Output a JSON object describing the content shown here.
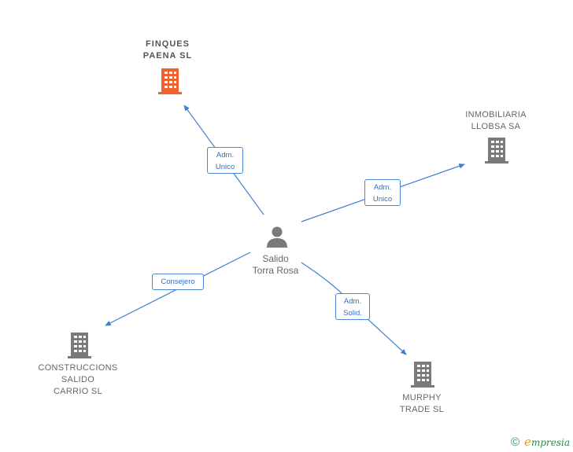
{
  "center_person": {
    "label": "Salido\nTorra Rosa",
    "icon": "person-icon"
  },
  "companies": [
    {
      "id": "finques",
      "label": "FINQUES\nPAENA  SL",
      "icon": "building-icon",
      "color": "#f0622d"
    },
    {
      "id": "inmobiliaria",
      "label": "INMOBILIARIA\nLLOBSA SA",
      "icon": "building-icon",
      "color": "#7a7a7a"
    },
    {
      "id": "construccions",
      "label": "CONSTRUCCIONS\nSALIDO\nCARRIO SL",
      "icon": "building-icon",
      "color": "#7a7a7a"
    },
    {
      "id": "murphy",
      "label": "MURPHY\nTRADE SL",
      "icon": "building-icon",
      "color": "#7a7a7a"
    }
  ],
  "relations": [
    {
      "to": "finques",
      "label": "Adm.\nUnico"
    },
    {
      "to": "inmobiliaria",
      "label": "Adm.\nUnico"
    },
    {
      "to": "construccions",
      "label": "Consejero"
    },
    {
      "to": "murphy",
      "label": "Adm.\nSolid."
    }
  ],
  "footer": {
    "copyright": "©",
    "brand_e": "e",
    "brand_rest": "mpresia"
  },
  "colors": {
    "edge": "#3f7fd1",
    "highlight": "#f0622d",
    "neutral": "#7a7a7a"
  }
}
